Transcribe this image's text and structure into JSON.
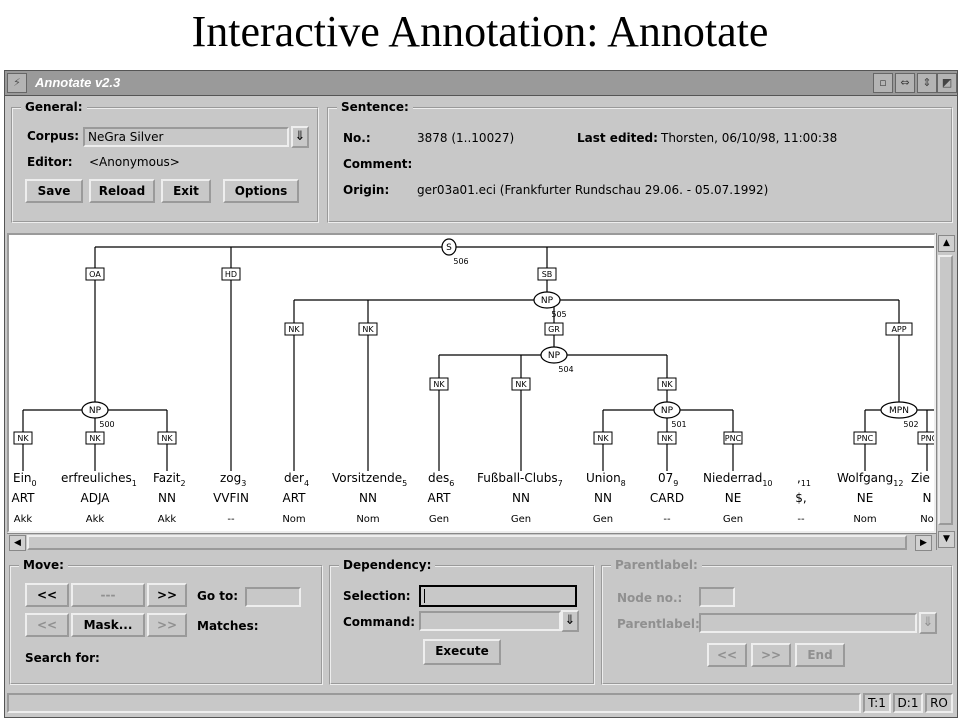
{
  "slide_title": "Interactive Annotation: Annotate",
  "window": {
    "title": "Annotate v2.3"
  },
  "general": {
    "title": "General:",
    "corpus_label": "Corpus:",
    "corpus_value": "NeGra Silver",
    "editor_label": "Editor:",
    "editor_value": "<Anonymous>",
    "buttons": {
      "save": "Save",
      "reload": "Reload",
      "exit": "Exit",
      "options": "Options"
    }
  },
  "sentence": {
    "title": "Sentence:",
    "no_label": "No.:",
    "no_value": "3878 (1..10027)",
    "last_edited_label": "Last edited:",
    "last_edited_value": "Thorsten, 06/10/98, 11:00:38",
    "comment_label": "Comment:",
    "origin_label": "Origin:",
    "origin_value": "ger03a01.eci (Frankfurter Rundschau 29.06. - 05.07.1992)"
  },
  "tree": {
    "nodes": [
      {
        "label": "S",
        "id": "506"
      },
      {
        "label": "NP",
        "id": "505"
      },
      {
        "label": "NP",
        "id": "504"
      },
      {
        "label": "NP",
        "id": "501"
      },
      {
        "label": "NP",
        "id": "500"
      },
      {
        "label": "MPN",
        "id": "502"
      }
    ],
    "edges": [
      "OA",
      "HD",
      "SB",
      "NK",
      "NK",
      "GR",
      "APP",
      "NK",
      "NK",
      "NK",
      "NK",
      "NK",
      "NK",
      "NK",
      "NK",
      "PNC",
      "PNC"
    ],
    "tokens": [
      {
        "word": "Ein",
        "idx": "0",
        "pos": "ART",
        "morph": "Akk"
      },
      {
        "word": "erfreuliches",
        "idx": "1",
        "pos": "ADJA",
        "morph": "Akk"
      },
      {
        "word": "Fazit",
        "idx": "2",
        "pos": "NN",
        "morph": "Akk"
      },
      {
        "word": "zog",
        "idx": "3",
        "pos": "VVFIN",
        "morph": "--"
      },
      {
        "word": "der",
        "idx": "4",
        "pos": "ART",
        "morph": "Nom"
      },
      {
        "word": "Vorsitzende",
        "idx": "5",
        "pos": "NN",
        "morph": "Nom"
      },
      {
        "word": "des",
        "idx": "6",
        "pos": "ART",
        "morph": "Gen"
      },
      {
        "word": "Fußball-Clubs",
        "idx": "7",
        "pos": "NN",
        "morph": "Gen"
      },
      {
        "word": "Union",
        "idx": "8",
        "pos": "NN",
        "morph": "Gen"
      },
      {
        "word": "07",
        "idx": "9",
        "pos": "CARD",
        "morph": "--"
      },
      {
        "word": "Niederrad",
        "idx": "10",
        "pos": "NE",
        "morph": "Gen"
      },
      {
        "word": ",",
        "idx": "11",
        "pos": "$,",
        "morph": "--"
      },
      {
        "word": "Wolfgang",
        "idx": "12",
        "pos": "NE",
        "morph": "Nom"
      },
      {
        "word": "Zie",
        "idx": "",
        "pos": "N",
        "morph": "No"
      }
    ]
  },
  "move": {
    "title": "Move:",
    "btn_prev": "<<",
    "btn_mid": "---",
    "btn_next": ">>",
    "btn_prev2": "<<",
    "btn_mask": "Mask...",
    "btn_next2": ">>",
    "goto_label": "Go to:",
    "matches_label": "Matches:",
    "search_label": "Search for:"
  },
  "dependency": {
    "title": "Dependency:",
    "selection_label": "Selection:",
    "command_label": "Command:",
    "execute": "Execute"
  },
  "parentlabel": {
    "title": "Parentlabel:",
    "node_label": "Node no.:",
    "parentlabel_label": "Parentlabel:",
    "btn_prev": "<<",
    "btn_next": ">>",
    "btn_end": "End"
  },
  "status": {
    "t": "T:1",
    "d": "D:1",
    "ro": "RO"
  }
}
